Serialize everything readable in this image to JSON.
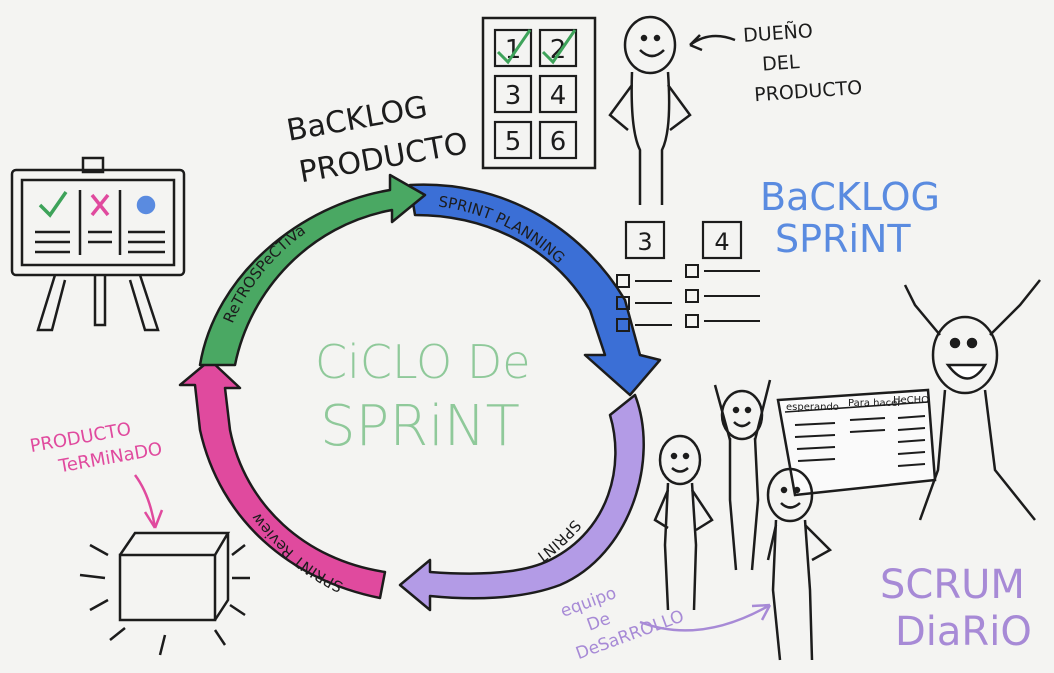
{
  "center": {
    "line1": "CiCLO De",
    "line2": "SPRiNT"
  },
  "arc_labels": {
    "sprint_planning": "SPRINT PLANNING",
    "sprint": "SPRINT",
    "sprint_review": "SPRINT Review",
    "retrospectiva": "ReTROSPeCTiVa"
  },
  "backlog_producto": {
    "line1": "BaCKLOG",
    "line2": "PRODUCTO",
    "items": [
      "1",
      "2",
      "3",
      "4",
      "5",
      "6"
    ]
  },
  "dueno": {
    "line1": "DUEÑO",
    "line2": "DEL",
    "line3": "PRODUCTO"
  },
  "backlog_sprint": {
    "line1": "BaCKLOG",
    "line2": "SPRiNT",
    "items": [
      "3",
      "4"
    ]
  },
  "producto_terminado": {
    "line1": "PRODUCTO",
    "line2": "TeRMiNaDO"
  },
  "scrum_diario": {
    "line1": "SCRUM",
    "line2": "DiaRiO"
  },
  "equipo": {
    "line1": "equipo",
    "line2": "De",
    "line3": "DeSaRROLLO"
  },
  "board_columns": {
    "col1": "esperando",
    "col2": "Para hacer",
    "col3": "HeCHO"
  },
  "colors": {
    "planning": "#3b6fd6",
    "sprint": "#a889e0",
    "review": "#e0409a",
    "retro": "#3ea35a",
    "center": "#8fc99a",
    "backlog_sprint": "#5a8be0",
    "scrum": "#a78ad6",
    "ink": "#1c1c1c"
  }
}
